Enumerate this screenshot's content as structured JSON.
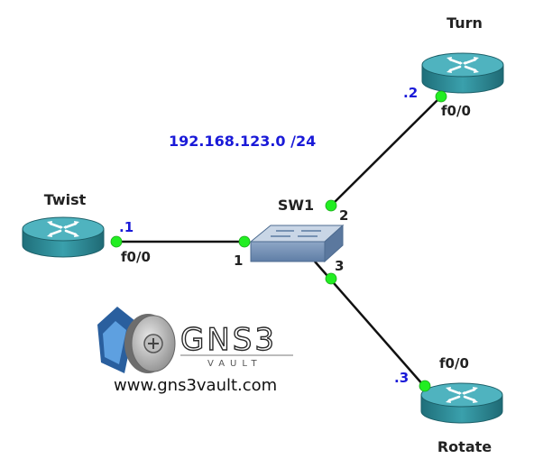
{
  "network": {
    "subnet": "192.168.123.0 /24"
  },
  "devices": {
    "twist": {
      "name": "Twist",
      "ip": ".1",
      "iface": "f0/0"
    },
    "turn": {
      "name": "Turn",
      "ip": ".2",
      "iface": "f0/0"
    },
    "rotate": {
      "name": "Rotate",
      "ip": ".3",
      "iface": "f0/0"
    },
    "sw1": {
      "name": "SW1",
      "ports": {
        "p1": "1",
        "p2": "2",
        "p3": "3"
      }
    }
  },
  "logo": {
    "title": "GNS3",
    "subtitle": "VAULT",
    "site": "www.gns3vault.com"
  },
  "colors": {
    "router": "#2f8f9b",
    "link_dot": "#22ee22",
    "ip_text": "#1a1ad8"
  },
  "icons": {
    "router": "router-icon",
    "switch": "switch-icon",
    "logo": "gns3-vault-logo-icon"
  }
}
